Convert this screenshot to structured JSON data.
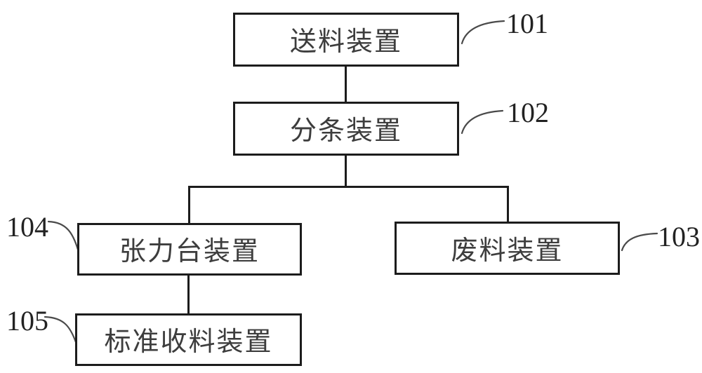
{
  "diagram": {
    "type": "block-diagram",
    "background_color": "#ffffff",
    "line_color": "#1c1c1c",
    "text_color": "#3d3d3d",
    "nodes": [
      {
        "label": "送料装置",
        "ref": "101"
      },
      {
        "label": "分条装置",
        "ref": "102"
      },
      {
        "label": "废料装置",
        "ref": "103"
      },
      {
        "label": "张力台装置",
        "ref": "104"
      },
      {
        "label": "标准收料装置",
        "ref": "105"
      }
    ],
    "edges": [
      {
        "from": "101",
        "to": "102"
      },
      {
        "from": "102",
        "to": "104"
      },
      {
        "from": "102",
        "to": "103"
      },
      {
        "from": "104",
        "to": "105"
      }
    ]
  }
}
